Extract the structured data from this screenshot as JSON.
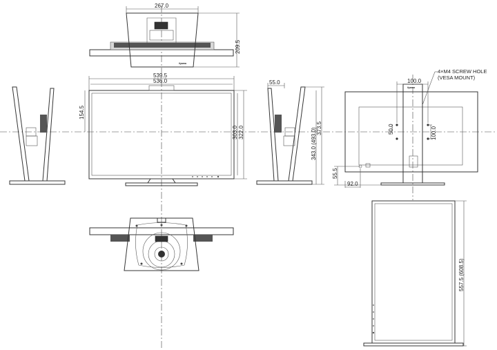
{
  "top_view": {
    "width": "267.0",
    "depth": "209.5"
  },
  "front_view": {
    "outer_width": "539.5",
    "panel_width": "536.0",
    "stand_height": "154.5",
    "inner_height": "303.0",
    "outer_height": "322.0"
  },
  "side_view": {
    "offset": "55.0",
    "min_height": "343.0 (493.0)",
    "max_height": "373.5"
  },
  "rear_view": {
    "vesa_horizontal": "100.0",
    "vesa_vertical": "100.0",
    "vesa_center": "50.0",
    "port_height": "55.5",
    "port_offset": "92.0",
    "screw_note_line1": "4×M4 SCREW HOLE",
    "screw_note_line2": "(VESA MOUNT)"
  },
  "pivot_view": {
    "height": "557.5 (608.5)"
  },
  "brand": "iiyama"
}
